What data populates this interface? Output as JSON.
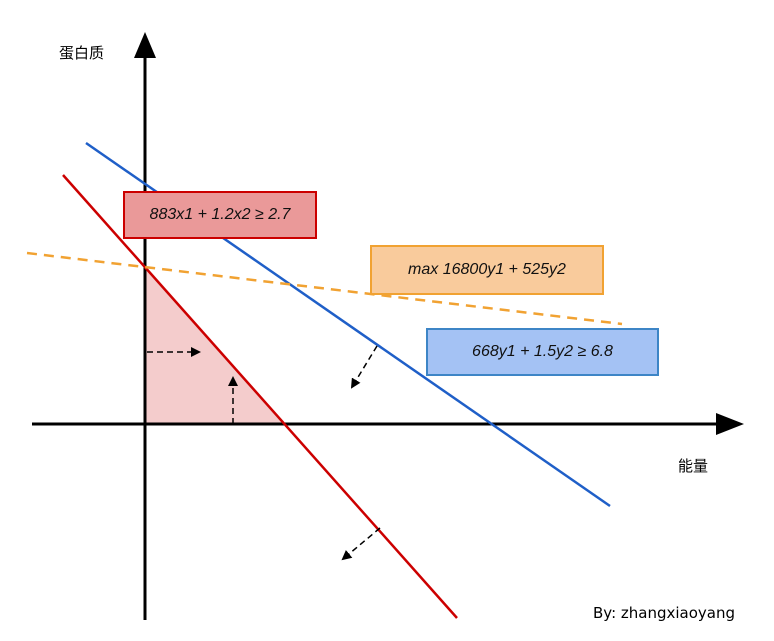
{
  "axes": {
    "y_label": "蛋白质",
    "x_label": "能量"
  },
  "constraints": [
    {
      "id": "red",
      "text": "883x1 + 1.2x2 ≥ 2.7",
      "color": "#cc0000",
      "fill": "#ea9999"
    },
    {
      "id": "blue",
      "text": "668y1 + 1.5y2 ≥ 6.8",
      "color": "#1f5fc8",
      "fill": "#a4c2f4"
    }
  ],
  "objective": {
    "text": "max 16800y1 + 525y2",
    "color": "#f1a232",
    "fill": "#f9cb9c"
  },
  "feasible_region_color": "#f4cccc",
  "credit": "By: zhangxiaoyang"
}
